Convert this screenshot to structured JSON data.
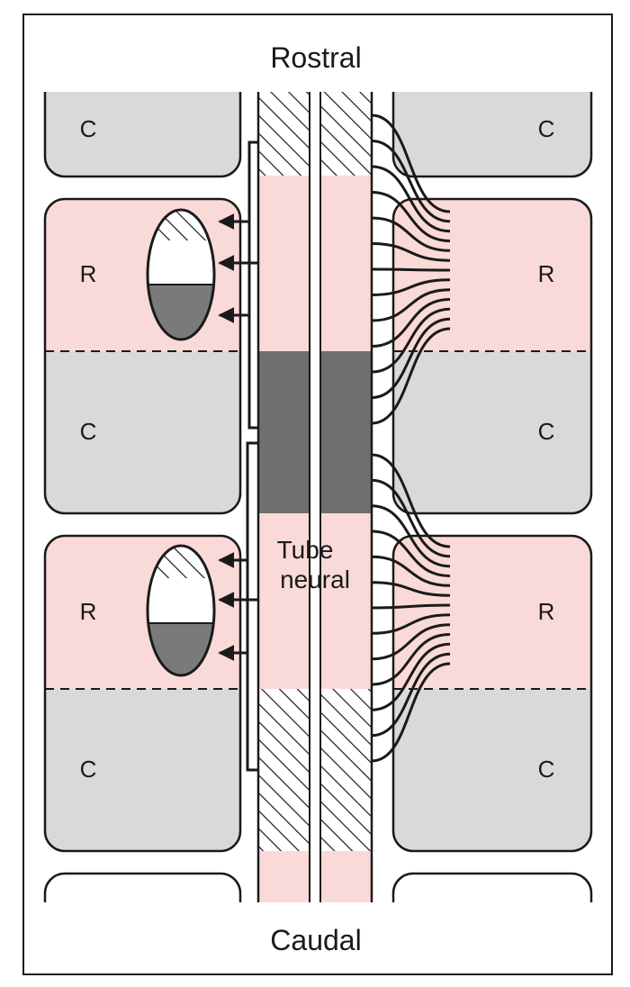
{
  "labels": {
    "top": "Rostral",
    "bottom": "Caudal",
    "tube_line1": "Tube",
    "tube_line2": "neural",
    "caudal_half": "C",
    "rostral_half": "R"
  },
  "colors": {
    "rostral_pink": "#f9dad8",
    "caudal_gray": "#d9d9d9",
    "dark_gray": "#6f6f6f",
    "ellipse_fill": "#7a7a7a",
    "stroke": "#1a1a1a"
  }
}
